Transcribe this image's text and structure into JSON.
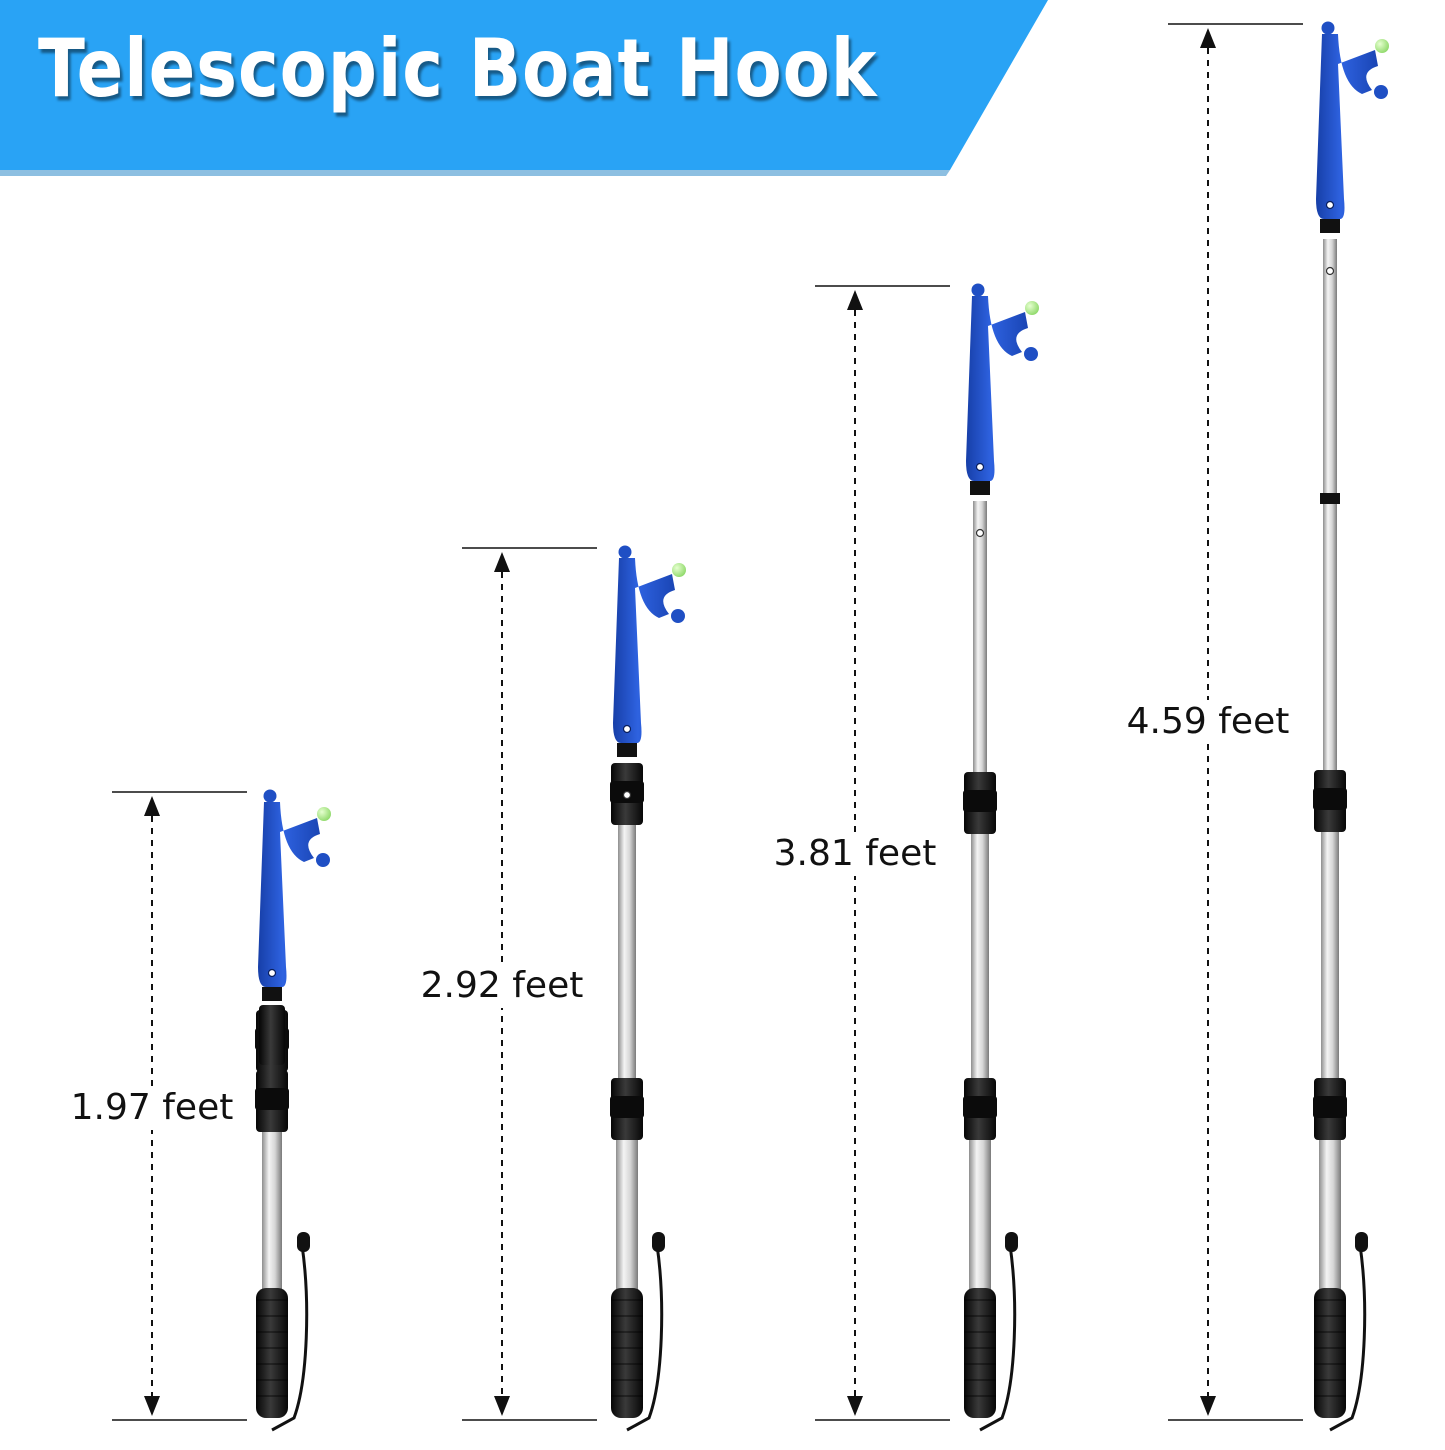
{
  "banner": {
    "title": "Telescopic Boat Hook",
    "color": "#29a3f5"
  },
  "colors": {
    "hook_blue": "#1f4fc4",
    "knob_green": "#b6f08a",
    "shaft_silver": "#c9c9c9",
    "grip_black": "#161616"
  },
  "measurements": [
    {
      "label": "1.97 feet"
    },
    {
      "label": "2.92 feet"
    },
    {
      "label": "3.81 feet"
    },
    {
      "label": "4.59 feet"
    }
  ]
}
